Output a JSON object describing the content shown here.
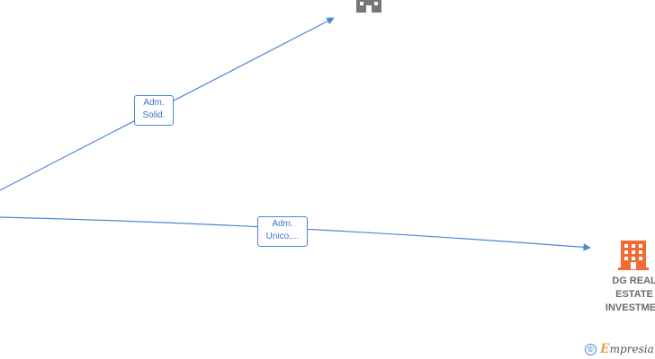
{
  "colors": {
    "edge": "#4a86d4",
    "company_active": "#f26a35",
    "company_other": "#777777",
    "label_text": "#6b6b6b"
  },
  "edges": [
    {
      "label_line1": "Adm.",
      "label_line2": "Solid."
    },
    {
      "label_line1": "Adm.",
      "label_line2": "Unico,..."
    }
  ],
  "nodes": {
    "top_company": {
      "icon": "building-icon"
    },
    "dg_company": {
      "icon": "building-icon",
      "name_line1": "DG REAL",
      "name_line2": "ESTATE",
      "name_line3": "INVESTMEN"
    }
  },
  "watermark": {
    "symbol": "©",
    "brand_first": "E",
    "brand_rest": "mpresia"
  }
}
